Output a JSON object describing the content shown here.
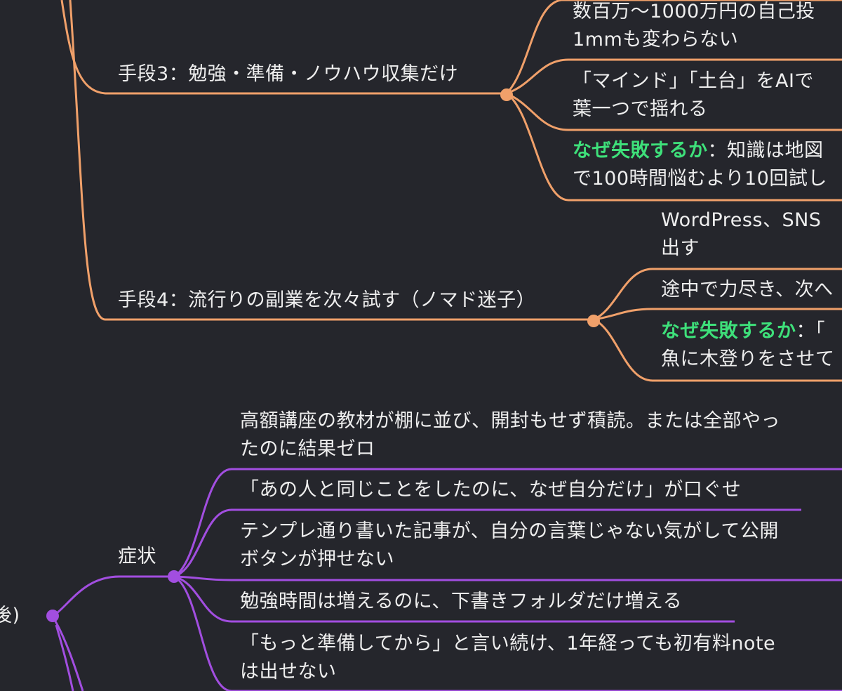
{
  "colors": {
    "background": "#25262c",
    "orange_branch": "#f0a06a",
    "purple_branch": "#a24ee0",
    "highlight": "#3ee07a",
    "text": "#eeeeee"
  },
  "branches": [
    {
      "label": "手段3：勉強・準備・ノウハウ収集だけ",
      "children": [
        {
          "lines": [
            "数百万〜1000万円の自己投",
            "1mmも変わらない"
          ]
        },
        {
          "lines": [
            "「マインド」「土台」をAIで",
            "葉一つで揺れる"
          ]
        },
        {
          "highlight": "なぜ失敗するか",
          "lines": [
            "：知識は地図",
            "で100時間悩むより10回試し"
          ]
        }
      ]
    },
    {
      "label": "手段4：流行りの副業を次々試す（ノマド迷子）",
      "children": [
        {
          "lines": [
            "WordPress、SNS",
            "出す"
          ]
        },
        {
          "lines": [
            "途中で力尽き、次へ"
          ]
        },
        {
          "highlight": "なぜ失敗するか",
          "lines": [
            "：「",
            "魚に木登りをさせて"
          ]
        }
      ]
    },
    {
      "label": "症状",
      "children": [
        {
          "lines": [
            "高額講座の教材が棚に並び、開封もせず積読。または全部やっ",
            "たのに結果ゼロ"
          ]
        },
        {
          "lines": [
            "「あの人と同じことをしたのに、なぜ自分だけ」が口ぐせ"
          ]
        },
        {
          "lines": [
            "テンプレ通り書いた記事が、自分の言葉じゃない気がして公開",
            "ボタンが押せない"
          ]
        },
        {
          "lines": [
            "勉強時間は増えるのに、下書きフォルダだけ増える"
          ]
        },
        {
          "lines": [
            "「もっと準備してから」と言い続け、1年経っても初有料note",
            "は出せない"
          ]
        }
      ]
    }
  ],
  "root_label_fragment": "後)"
}
